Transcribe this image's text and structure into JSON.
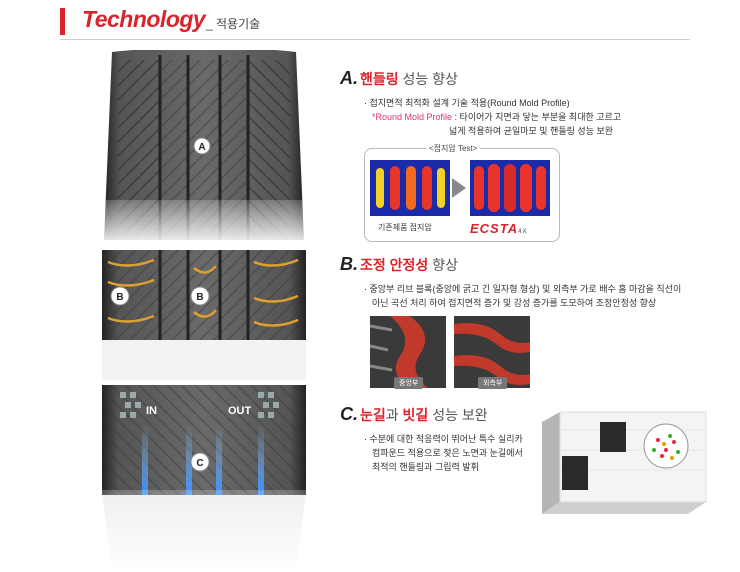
{
  "header": {
    "title": "Technology",
    "subtitle": "_ 적용기술"
  },
  "tire": {
    "label_a": "A",
    "label_b": "B",
    "label_c": "C",
    "label_in": "IN",
    "label_out": "OUT"
  },
  "section_a": {
    "letter": "A.",
    "title_red": "핸들링",
    "title_rest": " 성능 향상",
    "bullet": "· 접지면적 최적화 설계 기술 적용(Round Mold Profile)",
    "note_label": "*Round Mold Profile",
    "note_text": " : 타이어가 지면과 닿는 부분을 최대한 고르고",
    "note_line2": "넓게 적용하여 균일마모 및 핸들링 성능 보완",
    "box_title": "<접지압 Test>",
    "caption_left": "기존제품 접지압",
    "brand": "ECSTA",
    "brand_sub": "4X"
  },
  "section_b": {
    "letter": "B.",
    "title_red": "조정 안정성",
    "title_rest": " 향상",
    "line1": "· 중앙부 리브 블록(중앙에 굵고 긴 일자형 형상) 및 외측부 가로 배수 홈 마감을 직선이",
    "line2": "아닌 곡선 처리 하여 접지면적 증가 및 강성 증가를 도모하여 조정안정성 향상",
    "photo_left_label": "중앙부",
    "photo_right_label": "외측부"
  },
  "section_c": {
    "letter": "C.",
    "title_red1": "눈길",
    "title_mid": "과 ",
    "title_red2": "빗길",
    "title_rest": " 성능 보완",
    "line1": "· 수분에 대한 적응력이 뛰어난 특수 실리카",
    "line2": "컴파운드 적용으로 젖은 노면과 눈길에서",
    "line3": "최적의 핸들링과 그립력 발휘"
  },
  "colors": {
    "accent": "#d8242b",
    "note": "#e0346e"
  }
}
